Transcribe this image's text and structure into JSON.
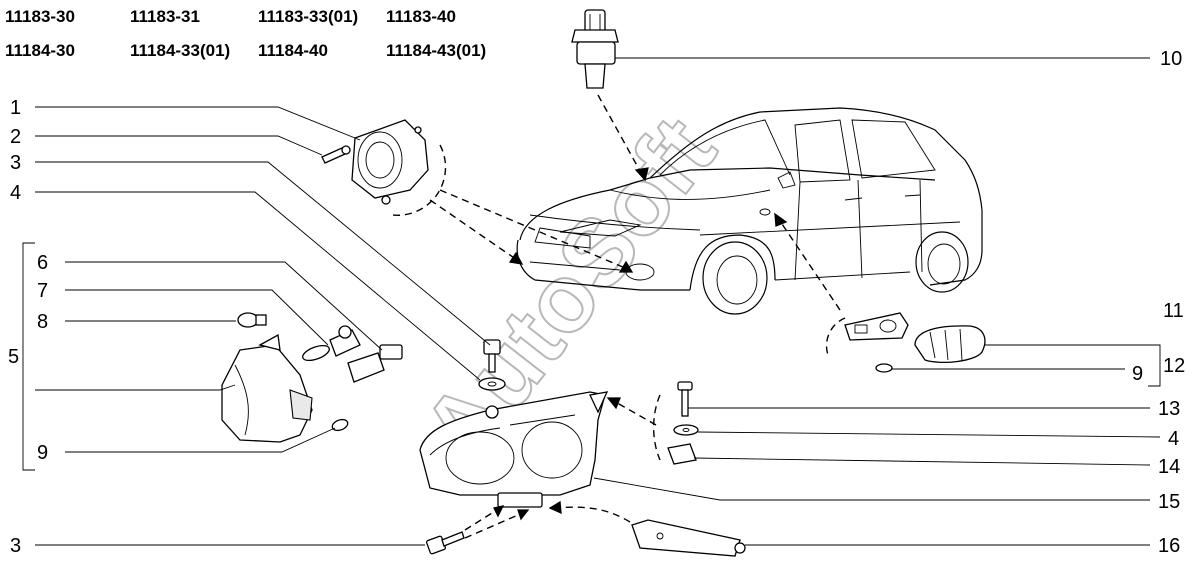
{
  "model_codes": {
    "row1": [
      "11183-30",
      "11183-31",
      "11183-33(01)",
      "11183-40"
    ],
    "row2": [
      "11184-30",
      "11184-33(01)",
      "11184-40",
      "11184-43(01)"
    ]
  },
  "callouts": {
    "c1": "1",
    "c2": "2",
    "c3": "3",
    "c4": "4",
    "c5": "5",
    "c6": "6",
    "c7": "7",
    "c8": "8",
    "c9": "9",
    "c10": "10",
    "c11": "11",
    "c12": "12",
    "c9r": "9",
    "c13": "13",
    "c4r": "4",
    "c14": "14",
    "c15": "15",
    "c3b": "3",
    "c16": "16"
  },
  "watermark": "AutoSoft"
}
